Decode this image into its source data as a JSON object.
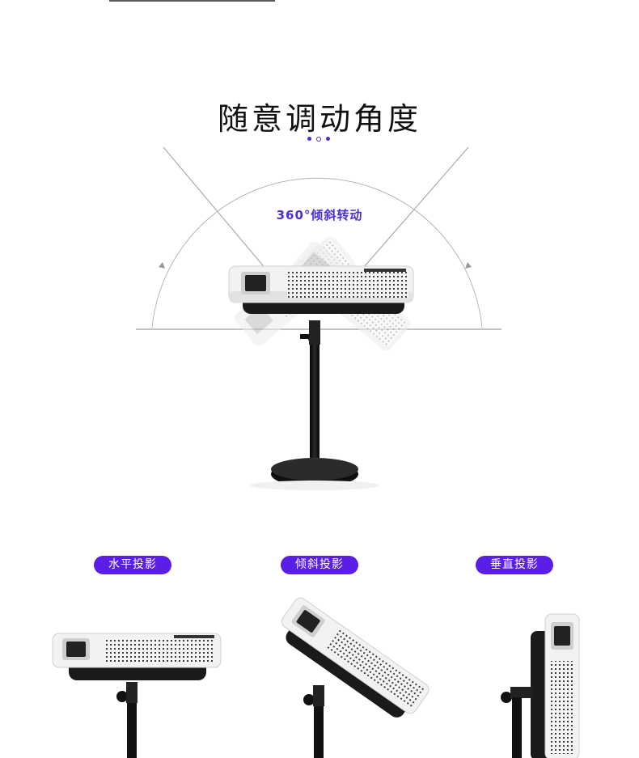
{
  "page": {
    "title": "随意调动角度",
    "angle_label": "360°倾斜转动"
  },
  "modes": [
    {
      "label": "水平投影"
    },
    {
      "label": "倾斜投影"
    },
    {
      "label": "垂直投影"
    }
  ],
  "colors": {
    "accent": "#4a2fd8",
    "pill": "#5a1ee6",
    "stand": "#111111",
    "projector_body": "#f2f2f2"
  },
  "icons": [
    "rotation-arc-icon",
    "projector-image",
    "tripod-stand-image"
  ]
}
